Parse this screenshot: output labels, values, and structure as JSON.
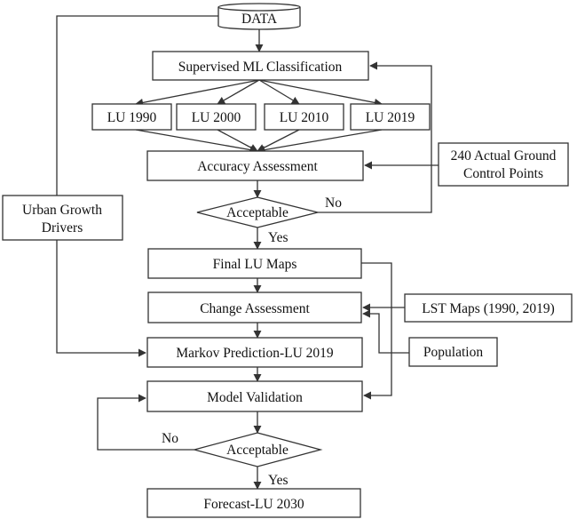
{
  "diagram": {
    "data_node": "DATA",
    "classification": "Supervised ML Classification",
    "lu_1990": "LU 1990",
    "lu_2000": "LU 2000",
    "lu_2010": "LU 2010",
    "lu_2019": "LU 2019",
    "accuracy": "Accuracy Assessment",
    "ground_points_line1": "240 Actual Ground",
    "ground_points_line2": "Control Points",
    "acceptable_1": "Acceptable",
    "no_1": "No",
    "yes_1": "Yes",
    "drivers_line1": "Urban Growth",
    "drivers_line2": "Drivers",
    "final_maps": "Final LU Maps",
    "change": "Change Assessment",
    "lst_maps": "LST Maps (1990, 2019)",
    "markov": "Markov Prediction-LU 2019",
    "population": "Population",
    "validation": "Model Validation",
    "acceptable_2": "Acceptable",
    "no_2": "No",
    "yes_2": "Yes",
    "forecast": "Forecast-LU 2030"
  }
}
